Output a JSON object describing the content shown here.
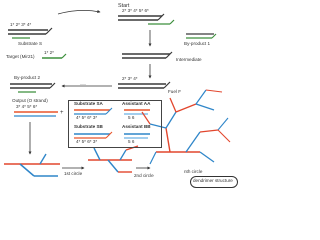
{
  "labels": {
    "start": "Start",
    "substrate_s": "Substrate S",
    "target": "Target (Mir21)",
    "byproduct_1": "By-product 1",
    "intermediate": "Intermediate",
    "byproduct_2": "By-product 2",
    "fuel_f": "Fuel F",
    "output": "Output (O strand)",
    "substrate_sa": "Substrate SA",
    "assistant_aa": "Assistant AA",
    "substrate_sb": "Substrate SB",
    "assistant_bb": "Assistant BB",
    "circle_1": "1st circle",
    "circle_2": "2nd circle",
    "circle_n": "nth circle",
    "dendrimer": "dendrimer structure",
    "ellipsis": "···",
    "plus": "+",
    "domains_top": "2*  3*  4*  5*  6*",
    "domains_s": "1*  2*  3*  4*",
    "domains_target": "1*  2*",
    "domains_f": "2*  3*  4*",
    "domains_out": "3*  4*  5*  6*",
    "domains_sa": "4*  5*  6*  3*",
    "domains_sb": "4*  5*  6*  3*",
    "domains_aa": "5   6",
    "domains_bb": "5   6"
  },
  "colors": {
    "strand_black": "#3a3a3a",
    "strand_green": "#3c8f3c",
    "strand_orange": "#e8552b",
    "strand_blue": "#2f86c9",
    "strand_lightblue": "#6ab0e3",
    "branch_red": "#e2462d"
  }
}
